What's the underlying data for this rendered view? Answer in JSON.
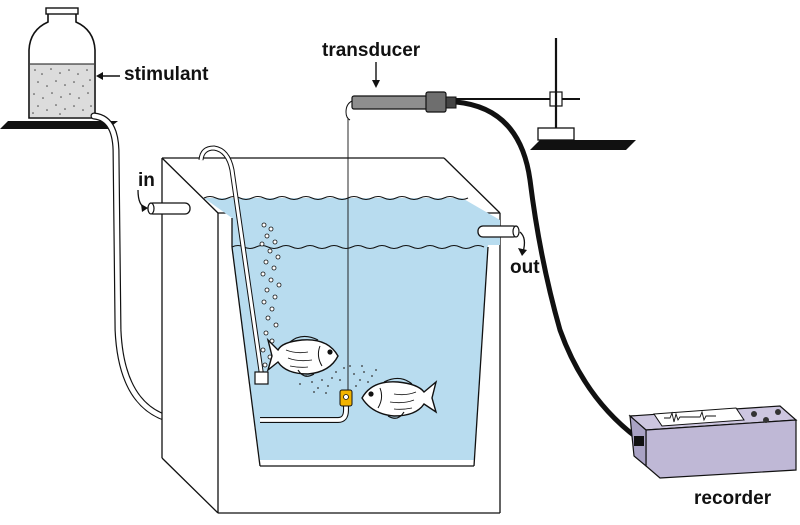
{
  "labels": {
    "stimulant": "stimulant",
    "transducer": "transducer",
    "in": "in",
    "out": "out",
    "recorder": "recorder"
  },
  "colors": {
    "water": "#b8dcef",
    "water_surface": "#9ccde6",
    "recorder_box": "#bfb8d6",
    "recorder_panel": "#ffffff",
    "transducer_body": "#8e8e8e",
    "valve": "#f2b400",
    "outline": "#111111",
    "stimulant_fill": "#d9d9d9"
  },
  "icons": [
    "stimulant-bottle-icon",
    "transducer-icon",
    "fish-icon",
    "recorder-icon",
    "lab-stand-icon",
    "valve-icon"
  ]
}
